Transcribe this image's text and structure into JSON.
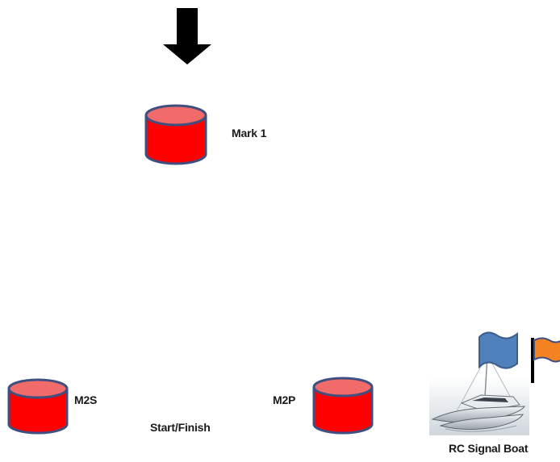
{
  "labels": {
    "mark1": "Mark 1",
    "m2s": "M2S",
    "m2p": "M2P",
    "start_finish": "Start/Finish",
    "rc_boat": "RC Signal Boat"
  },
  "colors": {
    "buoy_body": "#ff0000",
    "buoy_top": "#f26b6b",
    "buoy_outline": "#3f4f7f",
    "arrow": "#000000",
    "flag_blue": "#4f81bd",
    "flag_orange": "#f58220"
  },
  "icons": [
    "wind-arrow-icon",
    "mark-buoy-icon",
    "blue-flag-icon",
    "orange-flag-icon",
    "catamaran-icon"
  ]
}
